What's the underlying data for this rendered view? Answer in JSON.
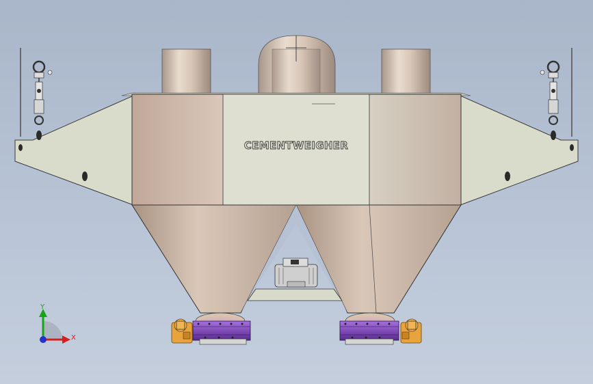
{
  "model": {
    "engraved_label": "CEMENTWEIGHER"
  },
  "triad": {
    "y_label": "Y",
    "x_label": "X"
  },
  "colors": {
    "background_top": "#a9b6c9",
    "background_bottom": "#c4cedd",
    "panel_face": "#d9dccd",
    "steel": "#c9b6a6",
    "valve_body": "#7b3fb5",
    "actuator": "#e8a33c",
    "axis_x": "#d62020",
    "axis_y": "#18a418",
    "axis_z": "#2233cc"
  }
}
